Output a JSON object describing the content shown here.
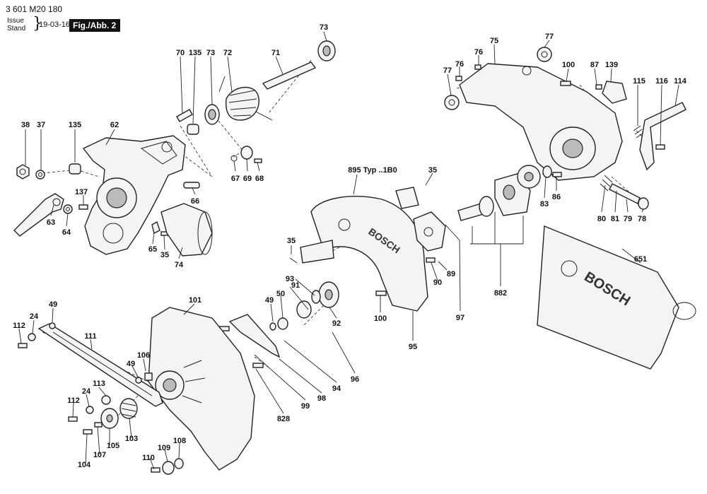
{
  "header": {
    "doc_code": "3 601 M20 180",
    "issue_label": "Issue\nStand",
    "issue_date": "19-03-16",
    "figure": "Fig./Abb. 2"
  },
  "labels": {
    "l38": "38",
    "l37": "37",
    "l135a": "135",
    "l62": "62",
    "l137": "137",
    "l63": "63",
    "l64": "64",
    "l70": "70",
    "l135b": "135",
    "l73a": "73",
    "l72": "72",
    "l71": "71",
    "l73b": "73",
    "l67": "67",
    "l69": "69",
    "l68": "68",
    "l66": "66",
    "l65": "65",
    "l35a": "35",
    "l74": "74",
    "l895": "895 Typ ..1B0",
    "l35b": "35",
    "l35c": "35",
    "l89": "89",
    "l90": "90",
    "l97": "97",
    "l100a": "100",
    "l95": "95",
    "l93": "93",
    "l91": "91",
    "l49a": "49",
    "l50": "50",
    "l92": "92",
    "l96": "96",
    "l94": "94",
    "l98": "98",
    "l99": "99",
    "l828": "828",
    "l75": "75",
    "l76a": "76",
    "l76b": "76",
    "l77a": "77",
    "l77b": "77",
    "l100b": "100",
    "l87": "87",
    "l139": "139",
    "l115": "115",
    "l116": "116",
    "l114": "114",
    "l86": "86",
    "l83": "83",
    "l80": "80",
    "l81": "81",
    "l79": "79",
    "l78": "78",
    "l882": "882",
    "l651": "651",
    "l101": "101",
    "l49b": "49",
    "l24a": "24",
    "l112a": "112",
    "l111": "111",
    "l106": "106",
    "l49c": "49",
    "l113": "113",
    "l24b": "24",
    "l112b": "112",
    "l103": "103",
    "l105": "105",
    "l107": "107",
    "l104": "104",
    "l110": "110",
    "l109": "109",
    "l108": "108"
  },
  "logos": {
    "guard_brand": "BOSCH",
    "cover_brand": "BOSCH"
  }
}
